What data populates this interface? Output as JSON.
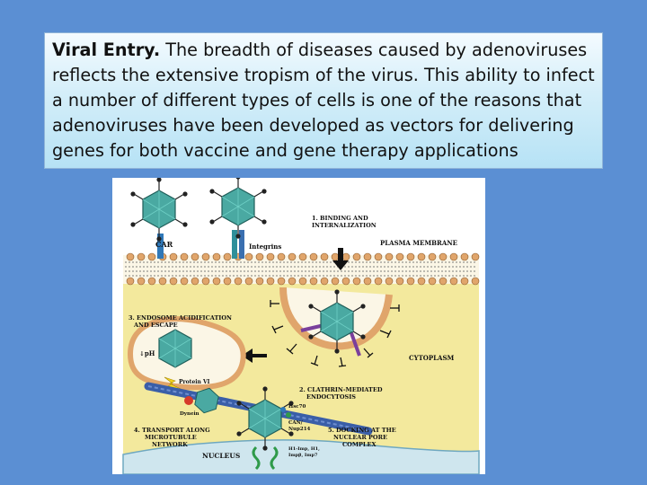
{
  "caption": {
    "title": "Viral Entry.",
    "body": " The breadth of diseases caused by adenoviruses reflects the extensive tropism of the virus. This ability to infect a number of different types of cells is one of the reasons that adenoviruses have been developed as vectors for delivering genes for both vaccine and gene therapy applications"
  },
  "diagram": {
    "labels": {
      "car": "CAR",
      "integrins": "Integrins",
      "step1_line1": "1. BINDING AND",
      "step1_line2": "INTERNALIZATION",
      "plasma_membrane": "PLASMA MEMBRANE",
      "step3_line1": "3. ENDOSOME ACIDIFICATION",
      "step3_line2": "AND ESCAPE",
      "ph": "↓pH",
      "protein_vi": "Protein VI",
      "cytoplasm": "CYTOPLASM",
      "step2_line1": "2. CLATHRIN-MEDIATED",
      "step2_line2": "ENDOCYTOSIS",
      "dynein": "Dynein",
      "hsc70": "Hsc70",
      "car_nup": "CAN/",
      "nup214": "Nup214",
      "step4_line1": "4. TRANSPORT ALONG",
      "step4_line2": "MICROTUBULE",
      "step4_line3": "NETWORK",
      "step5_line1": "5. DOCKING AT THE",
      "step5_line2": "NUCLEAR PORE",
      "step5_line3": "COMPLEX",
      "importins_line1": "H1-Imp, H1,",
      "importins_line2": "Impβ, Imp7",
      "nucleus": "NUCLEUS"
    },
    "colors": {
      "cytoplasm": "#f3e99d",
      "capsid": "#4aa9a2",
      "membrane_head": "#e0a56b",
      "car_receptor": "#2f78b8",
      "integrin_receptor": "#2f8f9a",
      "penton_base": "#7a3f9c",
      "microtubule": "#3a5ea8",
      "nucleus": "#cfe6ee"
    }
  }
}
